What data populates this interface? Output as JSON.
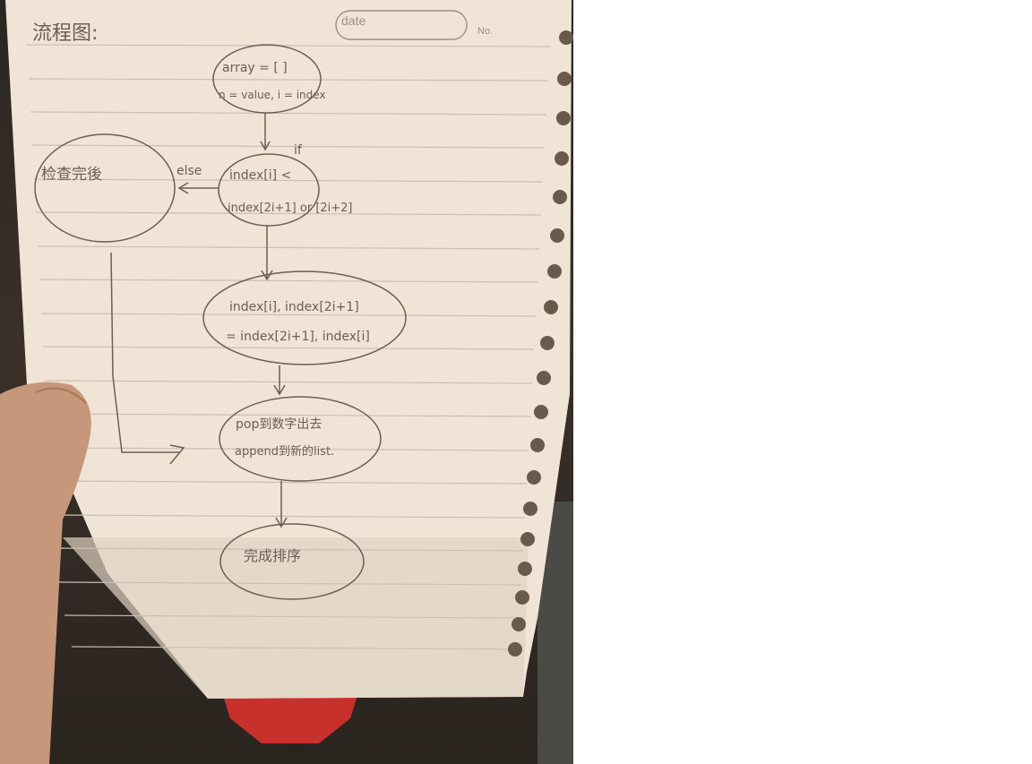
{
  "header": {
    "title": "流程图:",
    "date_label": "date",
    "number_label": "No."
  },
  "nodes": {
    "start": {
      "line1": "array = [ ]",
      "line2": "n = value, i = index"
    },
    "decision": {
      "line1": "index[i] <",
      "line2": "index[2i+1] or [2i+2]",
      "if_label": "if",
      "else_label": "else"
    },
    "check": {
      "text": "检查完後"
    },
    "swap": {
      "line1": "index[i], index[2i+1]",
      "line2": "= index[2i+1], index[i]"
    },
    "pop": {
      "line1": "pop到数字出去",
      "line2": "append到新的list."
    },
    "end": {
      "text": "完成排序"
    }
  },
  "colors": {
    "paper": "#efe4d6",
    "ink": "#6b5e55",
    "rule": "#c9bfb5",
    "background": "#2e2722",
    "sticker": "#c8302c"
  }
}
